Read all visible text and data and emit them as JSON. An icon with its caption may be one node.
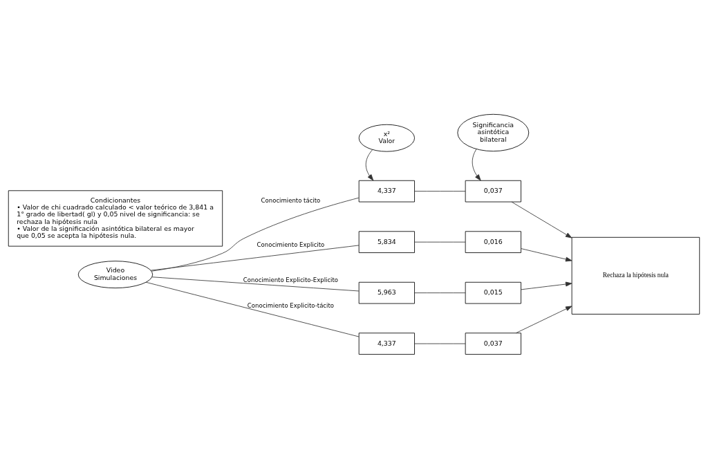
{
  "diagram": {
    "nodes": [
      {
        "text": [
          "x²",
          "Valor"
        ]
      },
      {
        "text": [
          "Significancia asintótica bilateral"
        ]
      },
      {
        "text": [
          "Video Simulaciones"
        ]
      },
      {
        "text": [
          "4,337"
        ]
      },
      {
        "text": [
          "5,834"
        ]
      },
      {
        "text": [
          "5,963"
        ]
      },
      {
        "text": [
          "4,337"
        ]
      },
      {
        "text": [
          "0,037"
        ]
      },
      {
        "text": [
          "0,016"
        ]
      },
      {
        "text": [
          "0,015"
        ]
      },
      {
        "text": [
          "0,037"
        ]
      },
      {
        "text": [
          "Rechaza la hipótesis nula"
        ]
      },
      {
        "text": [
          "Condicionantes",
          "• Valor de chi cuadrado calculado < valor teórico de 3,841 a 1° grado de libertad( gl) y 0,05 nivel de significancia: se rechaza la hipótesis nula",
          "• Valor de la significación asintótica bilateral es mayor que 0,05 se acepta la hipótesis nula."
        ]
      }
    ],
    "edges": [
      {
        "from": 0,
        "to": 3,
        "arrow": "to"
      },
      {
        "from": 1,
        "to": 7,
        "arrow": "to"
      },
      {
        "from": 2,
        "to": 3,
        "arrow": "none",
        "label": "Conocimiento tácito"
      },
      {
        "from": 2,
        "to": 4,
        "arrow": "none",
        "label": "Conocimiento Explicito"
      },
      {
        "from": 2,
        "to": 5,
        "arrow": "none",
        "label": "Conocimiento Explicito-Explicito"
      },
      {
        "from": 2,
        "to": 6,
        "arrow": "none",
        "label": "Conocimiento Explicito-tácito"
      },
      {
        "from": 3,
        "to": 7,
        "arrow": "none"
      },
      {
        "from": 4,
        "to": 8,
        "arrow": "none"
      },
      {
        "from": 5,
        "to": 9,
        "arrow": "none"
      },
      {
        "from": 6,
        "to": 10,
        "arrow": "none"
      },
      {
        "from": 7,
        "to": 11,
        "arrow": "to"
      },
      {
        "from": 8,
        "to": 11,
        "arrow": "to"
      },
      {
        "from": 9,
        "to": 11,
        "arrow": "to"
      },
      {
        "from": 10,
        "to": 11,
        "arrow": "to"
      }
    ]
  }
}
